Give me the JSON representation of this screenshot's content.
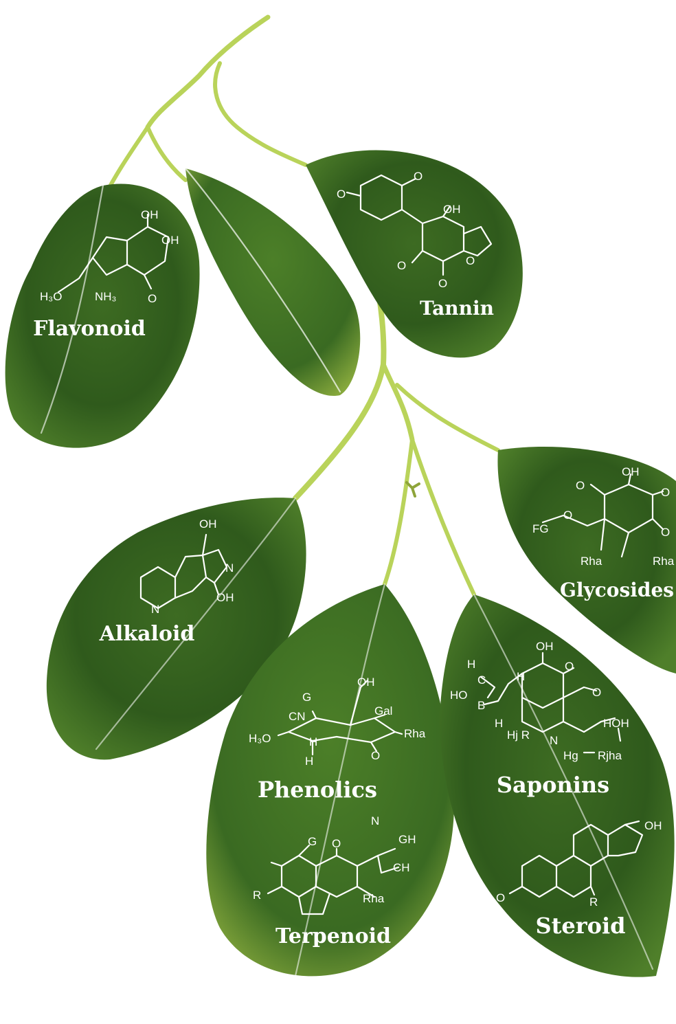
{
  "colors": {
    "background": "#ffffff",
    "leaf_dark": "#2f5a1c",
    "leaf_mid": "#4f7f2a",
    "leaf_light": "#86a83c",
    "stem": "#b9d35a",
    "text": "#ffffff"
  },
  "leaves": {
    "flavonoid": {
      "label": "Flavonoid",
      "atoms": {
        "oh1": "OH",
        "oh2": "OH",
        "h3o": "H₃O",
        "nh3": "NH₃",
        "o": "O"
      }
    },
    "tannin": {
      "label": "Tannin",
      "atoms": {
        "o1": "O",
        "o2": "O",
        "oh": "OH",
        "o3": "O",
        "o4": "O",
        "o5": "O"
      }
    },
    "glycosides": {
      "label": "Glycosides",
      "atoms": {
        "oh": "OH",
        "o1": "O",
        "o2": "O",
        "o3": "O",
        "fg": "FG",
        "o4": "O",
        "rha1": "Rha",
        "rha2": "Rha"
      }
    },
    "alkaloid": {
      "label": "Alkaloid",
      "atoms": {
        "oh1": "OH",
        "n1": "N",
        "oh2": "OH",
        "n2": "N"
      }
    },
    "phenolics": {
      "label": "Phenolics",
      "atoms": {
        "g": "G",
        "oh": "OH",
        "cn": "CN",
        "gal": "Gal",
        "h3o": "H₃O",
        "rha": "Rha",
        "h1": "H",
        "o": "O",
        "h2": "H"
      }
    },
    "saponins": {
      "label": "Saponins",
      "atoms": {
        "oh1": "OH",
        "h1": "H",
        "ho": "HO",
        "c": "C",
        "h2": "H",
        "o1": "O",
        "o2": "O",
        "b": "B",
        "h3": "H",
        "hjr": "Hj R",
        "n": "N",
        "hoh": "HOH",
        "hg": "Hg",
        "rjha": "Rjha"
      }
    },
    "terpenoid": {
      "label": "Terpenoid",
      "atoms": {
        "g": "G",
        "o": "O",
        "n": "N",
        "gh": "GH",
        "ch": "CH",
        "r": "R",
        "rha": "Rha"
      }
    },
    "steroid": {
      "label": "Steroid",
      "atoms": {
        "oh": "OH",
        "o": "O",
        "r": "R"
      }
    }
  }
}
